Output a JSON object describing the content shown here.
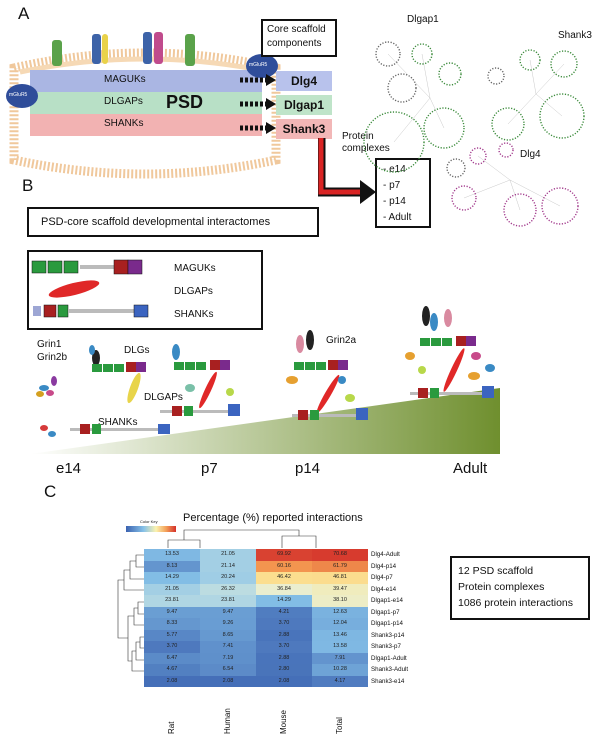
{
  "panels": {
    "a": "A",
    "b": "B",
    "c": "C"
  },
  "panelA": {
    "membrane_labels": [
      "MAGUKs",
      "DLGAPs",
      "SHANKs"
    ],
    "psd": "PSD",
    "receptor_labels": [
      "mGluR5",
      "mGluR5"
    ],
    "core_box": [
      "Core scaffold",
      "components"
    ],
    "genes": [
      "Dlg4",
      "Dlgap1",
      "Shank3"
    ],
    "complexes_title": [
      "Protein",
      "complexes"
    ],
    "stages": [
      "- e14",
      "- p7",
      "- p14",
      "- Adult"
    ],
    "network_titles": [
      "Dlgap1",
      "Shank3",
      "Dlg4"
    ]
  },
  "panelB": {
    "title": "PSD-core scaffold developmental interactomes",
    "legend": [
      "MAGUKs",
      "DLGAPs",
      "SHANKs"
    ],
    "annotations": [
      "Grin1",
      "Grin2b",
      "DLGs",
      "DLGAPs",
      "SHANKs",
      "Grin2a"
    ],
    "timeline": [
      "e14",
      "p7",
      "p14",
      "Adult"
    ]
  },
  "panelC": {
    "title": "Percentage (%) reported interactions",
    "colorkey": "Color Key",
    "summary": [
      "12 PSD scaffold",
      "Protein complexes",
      "1086 protein interactions"
    ],
    "columns": [
      "Rat",
      "Human",
      "Mouse",
      "Total"
    ],
    "rows": [
      "Dlg4-Adult",
      "Dlg4-p14",
      "Dlg4-p7",
      "Dlg4-e14",
      "Dlgap1-e14",
      "Dlgap1-p7",
      "Dlgap1-p14",
      "Shank3-p14",
      "Shank3-p7",
      "Dlgap1-Adult",
      "Shank3-Adult",
      "Shank3-e14"
    ],
    "values": [
      [
        "13.53",
        "21.05",
        "69.92",
        "70.68"
      ],
      [
        "8.13",
        "21.14",
        "60.16",
        "61.79"
      ],
      [
        "14.29",
        "20.24",
        "46.42",
        "46.81"
      ],
      [
        "21.05",
        "26.32",
        "36.84",
        "39.47"
      ],
      [
        "23.81",
        "23.81",
        "14.29",
        "38.10"
      ],
      [
        "9.47",
        "9.47",
        "4.21",
        "12.63"
      ],
      [
        "8.33",
        "9.26",
        "3.70",
        "12.04"
      ],
      [
        "5.77",
        "8.65",
        "2.88",
        "13.46"
      ],
      [
        "3.70",
        "7.41",
        "3.70",
        "13.58"
      ],
      [
        "6.47",
        "7.19",
        "2.88",
        "7.91"
      ],
      [
        "4.67",
        "6.54",
        "2.80",
        "10.28"
      ],
      [
        "2.08",
        "2.08",
        "2.08",
        "4.17"
      ]
    ]
  }
}
